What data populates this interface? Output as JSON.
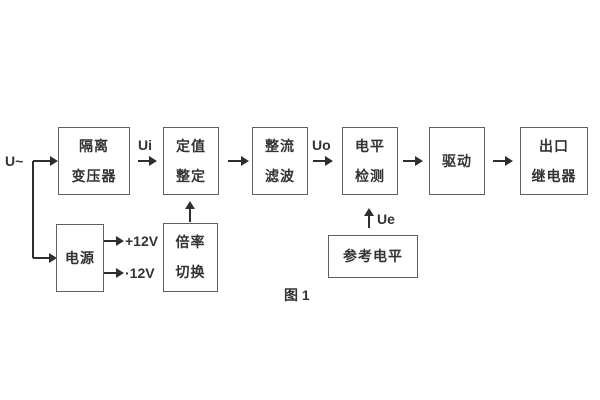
{
  "figure": {
    "caption": "图 1"
  },
  "signals": {
    "input": "U~",
    "ui": "Ui",
    "uo": "Uo",
    "ue": "Ue",
    "rail_pos": "+12V",
    "rail_neg": "·12V"
  },
  "blocks": {
    "isolation_transformer": {
      "line1": "隔离",
      "line2": "变压器"
    },
    "setpoint": {
      "line1": "定值",
      "line2": "整定"
    },
    "rectifier_filter": {
      "line1": "整流",
      "line2": "滤波"
    },
    "level_detector": {
      "line1": "电平",
      "line2": "检测"
    },
    "driver": {
      "line1": "驱动"
    },
    "output_relay": {
      "line1": "出口",
      "line2": "继电器"
    },
    "power_supply": {
      "line1": "电源"
    },
    "ratio_switch": {
      "line1": "倍率",
      "line2": "切换"
    },
    "reference_level": {
      "line1": "参考电平"
    }
  },
  "colors": {
    "background": "#ffffff",
    "line": "#2e2e2e",
    "box_border": "#5f5f5f",
    "text": "#333333"
  }
}
